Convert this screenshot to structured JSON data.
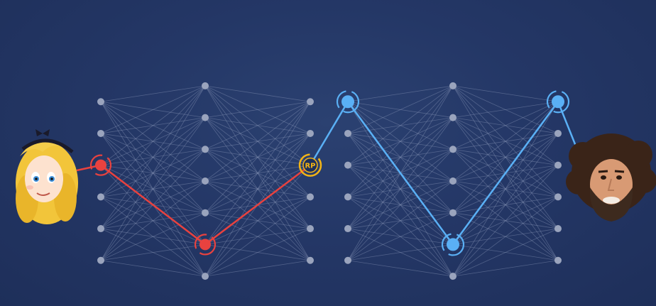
{
  "colors": {
    "background": "#243766",
    "edge": "#8a97b8",
    "node": "#9aa4bd",
    "encoder_path": "#e8423f",
    "decoder_path": "#5ab0f5",
    "latent": "#f2b416"
  },
  "diagram": {
    "left_network_layers": [
      6,
      7,
      6
    ],
    "right_network_layers": [
      6,
      7,
      6
    ],
    "latent_label": "RP",
    "left_face": "cartoon-girl-face",
    "right_face": "bearded-man-face"
  }
}
